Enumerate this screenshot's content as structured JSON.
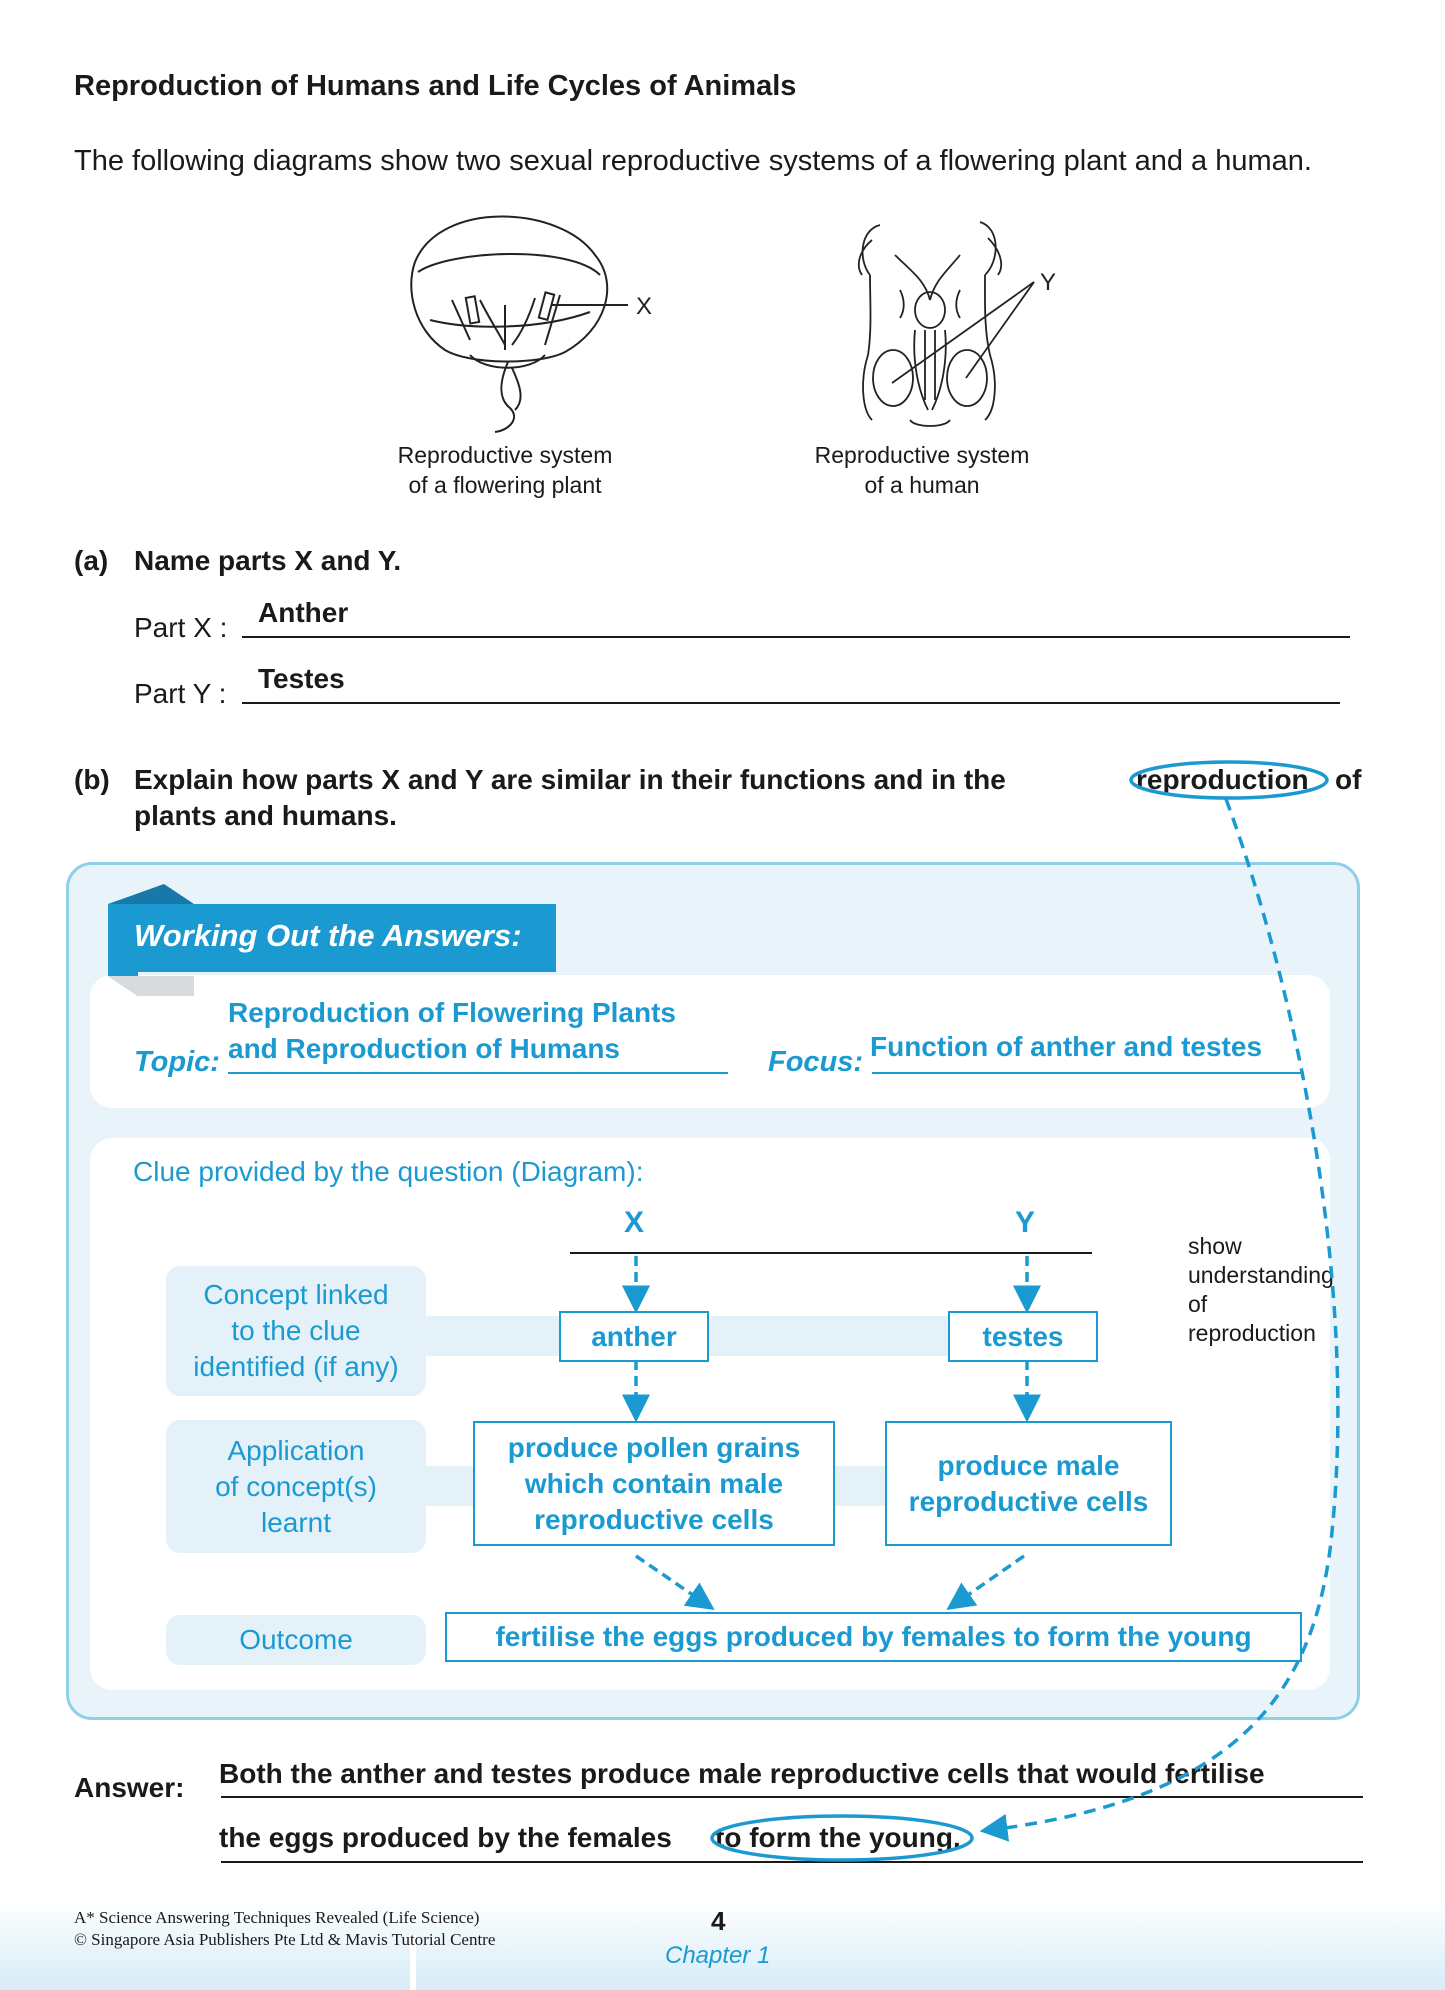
{
  "header": {
    "title": "Reproduction of Humans and Life Cycles of Animals",
    "intro": "The following diagrams show two sexual reproductive systems of a flowering plant and a human."
  },
  "diagrams": {
    "plant": {
      "label": "X",
      "caption_line1": "Reproductive system",
      "caption_line2": "of a flowering plant"
    },
    "human": {
      "label": "Y",
      "caption_line1": "Reproductive system",
      "caption_line2": "of a human"
    }
  },
  "question_a": {
    "number": "(a)",
    "text": "Name parts X and Y.",
    "part_x_label": "Part X :",
    "part_x_answer": "Anther",
    "part_y_label": "Part Y :",
    "part_y_answer": "Testes"
  },
  "question_b": {
    "number": "(b)",
    "text_line1_pre": "Explain how parts X and Y are similar in their functions and in the",
    "text_line1_circled": "reproduction",
    "text_line1_post": "of",
    "text_line2": "plants and humans."
  },
  "working": {
    "banner": "Working Out the Answers:",
    "topic_label": "Topic:",
    "topic_line1": "Reproduction of Flowering Plants",
    "topic_line2": "and Reproduction of Humans",
    "focus_label": "Focus:",
    "focus_value": "Function of anther and testes",
    "clue_heading": "Clue provided by the question (Diagram):",
    "col_x": "X",
    "col_y": "Y",
    "side_note_line1": "show",
    "side_note_line2": "understanding",
    "side_note_line3": "of",
    "side_note_line4": "reproduction",
    "row_concept_line1": "Concept linked",
    "row_concept_line2": "to the clue",
    "row_concept_line3": "identified (if any)",
    "concept_x": "anther",
    "concept_y": "testes",
    "row_application_line1": "Application",
    "row_application_line2": "of concept(s)",
    "row_application_line3": "learnt",
    "application_x_line1": "produce pollen grains",
    "application_x_line2": "which contain male",
    "application_x_line3": "reproductive cells",
    "application_y_line1": "produce male",
    "application_y_line2": "reproductive cells",
    "row_outcome": "Outcome",
    "outcome": "fertilise the eggs produced by females to form the young"
  },
  "answer": {
    "label": "Answer:",
    "line1": "Both the anther and testes produce male reproductive cells that would fertilise",
    "line2_pre": "the eggs produced by the females",
    "line2_circled": "to form the young."
  },
  "footer": {
    "book_title": "A* Science Answering Techniques Revealed (Life Science)",
    "copyright": "© Singapore Asia Publishers Pte Ltd & Mavis Tutorial Centre",
    "page_number": "4",
    "chapter": "Chapter 1"
  },
  "colors": {
    "accent": "#1b9ad1",
    "panel_bg": "#e8f3fa",
    "panel_border": "#8fd0e8"
  }
}
